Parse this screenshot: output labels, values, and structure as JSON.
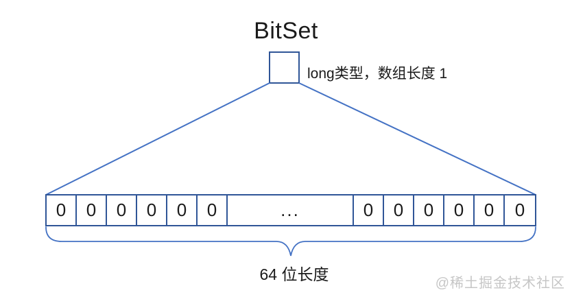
{
  "diagram": {
    "title": "BitSet",
    "array_label": "long类型，数组长度 1",
    "caption": "64 位长度",
    "watermark": "@稀土掘金技术社区",
    "cells": [
      "0",
      "0",
      "0",
      "0",
      "0",
      "0",
      "...",
      "0",
      "0",
      "0",
      "0",
      "0",
      "0"
    ],
    "colors": {
      "border": "#2f5597",
      "line": "#4472c4",
      "text": "#1a1a1a",
      "watermark": "#c6c6c6",
      "bg": "#ffffff"
    }
  }
}
